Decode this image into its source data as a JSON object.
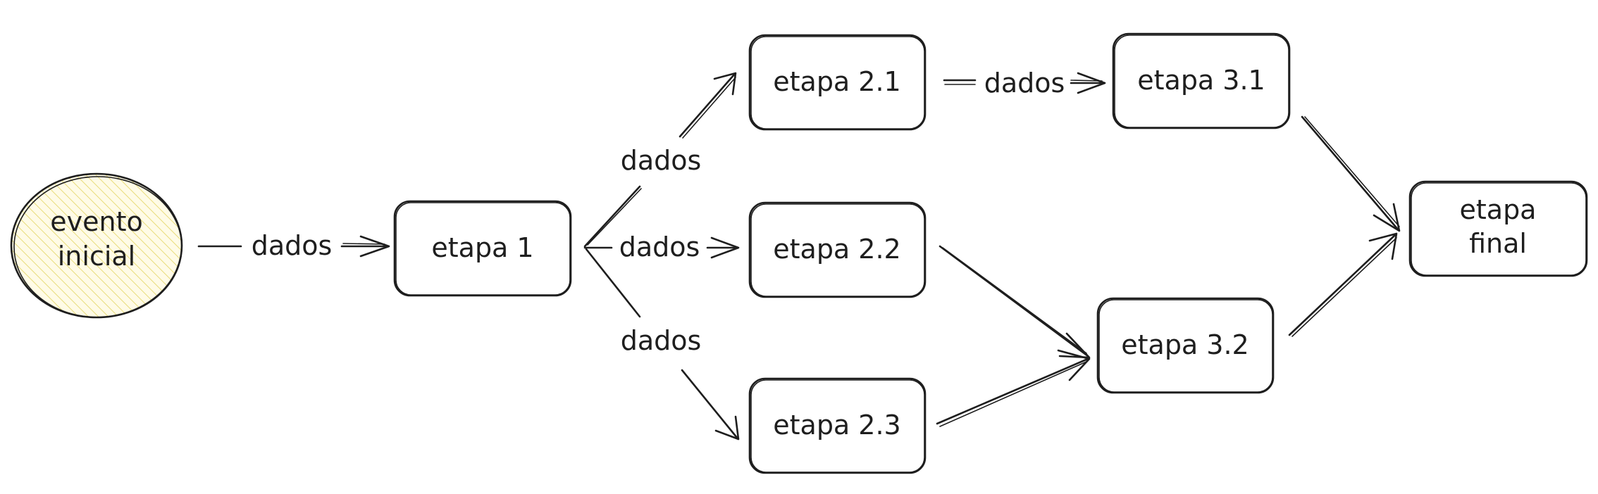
{
  "colors": {
    "stroke": "#1e1e1e",
    "start_fill": "#fffbe6",
    "hatch": "#e8dc7a",
    "box_fill": "#ffffff"
  },
  "nodes": {
    "start": {
      "lines": [
        "evento",
        "inicial"
      ]
    },
    "etapa1": {
      "lines": [
        "etapa 1"
      ]
    },
    "etapa21": {
      "lines": [
        "etapa 2.1"
      ]
    },
    "etapa22": {
      "lines": [
        "etapa 2.2"
      ]
    },
    "etapa23": {
      "lines": [
        "etapa 2.3"
      ]
    },
    "etapa31": {
      "lines": [
        "etapa 3.1"
      ]
    },
    "etapa32": {
      "lines": [
        "etapa 3.2"
      ]
    },
    "final": {
      "lines": [
        "etapa",
        "final"
      ]
    }
  },
  "edges": {
    "start_to_1": "dados",
    "one_to_21": "dados",
    "one_to_22": "dados",
    "one_to_23": "dados",
    "e21_to_31": "dados"
  }
}
